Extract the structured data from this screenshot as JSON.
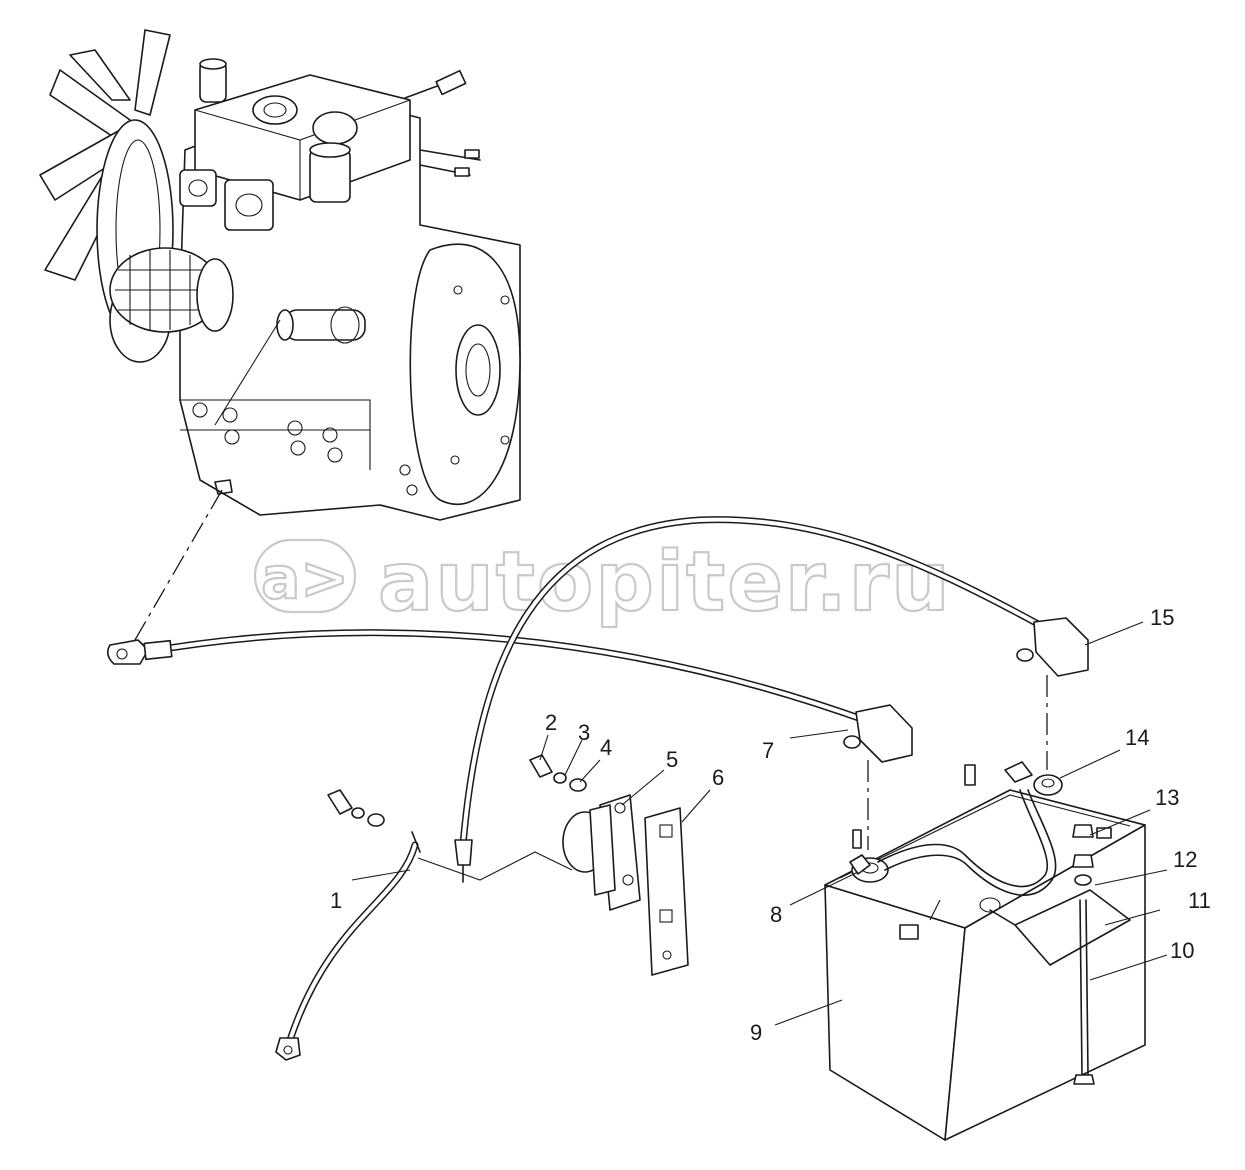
{
  "watermark": {
    "glyph": "a>",
    "text": "autopiter.ru"
  },
  "callouts": [
    {
      "id": "1",
      "label": "1"
    },
    {
      "id": "2",
      "label": "2"
    },
    {
      "id": "3",
      "label": "3"
    },
    {
      "id": "4",
      "label": "4"
    },
    {
      "id": "5",
      "label": "5"
    },
    {
      "id": "6",
      "label": "6"
    },
    {
      "id": "7",
      "label": "7"
    },
    {
      "id": "8",
      "label": "8"
    },
    {
      "id": "9",
      "label": "9"
    },
    {
      "id": "10",
      "label": "10"
    },
    {
      "id": "11",
      "label": "11"
    },
    {
      "id": "12",
      "label": "12"
    },
    {
      "id": "13",
      "label": "13"
    },
    {
      "id": "14",
      "label": "14"
    },
    {
      "id": "15",
      "label": "15"
    }
  ],
  "colors": {
    "line": "#1a1a1a",
    "watermark": "#c9c9c9",
    "background": "#ffffff"
  }
}
